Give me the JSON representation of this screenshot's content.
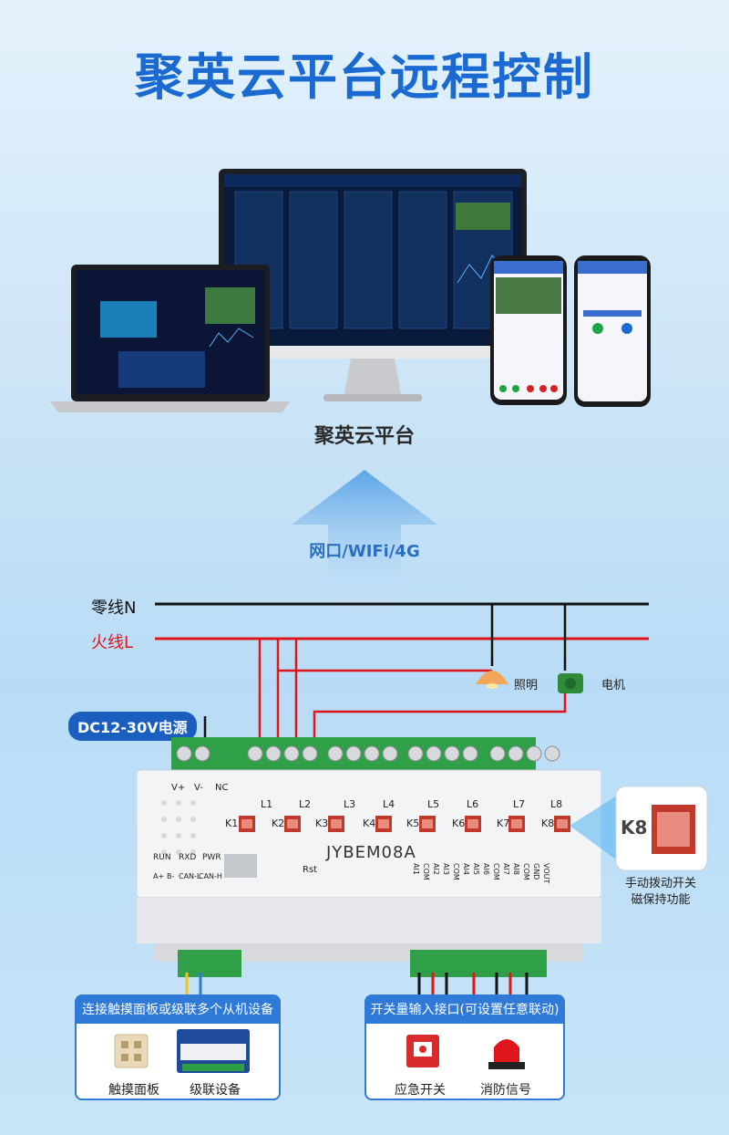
{
  "headline": "聚英云平台远程控制",
  "platform_label": "聚英云平台",
  "network_label": "网口/WIFi/4G",
  "wiring": {
    "neutral": "零线N",
    "live": "火线L",
    "lamp": "照明",
    "motor": "电机",
    "power": "DC12-30V电源"
  },
  "device": {
    "model": "JYBEM08A",
    "top_terminals": [
      "V+",
      "V-",
      "NC"
    ],
    "outputs": [
      "L1",
      "L2",
      "L3",
      "L4",
      "L5",
      "L6",
      "L7",
      "L8"
    ],
    "switches": [
      "K1",
      "K2",
      "K3",
      "K4",
      "K5",
      "K6",
      "K7",
      "K8"
    ],
    "leds": [
      "RUN",
      "RXD",
      "PWR"
    ],
    "bus_labels": [
      "A+",
      "B-",
      "CAN-L",
      "CAN-H"
    ],
    "reset": "Rst",
    "inputs": [
      "AI1",
      "COM",
      "AI2",
      "AI3",
      "COM",
      "AI4",
      "AI5",
      "AI6",
      "COM",
      "AI7",
      "AI8",
      "COM",
      "GND",
      "VOUT"
    ]
  },
  "callout": {
    "switch": "K8",
    "line1": "手动拨动开关",
    "line2": "磁保持功能"
  },
  "panel_left": {
    "title": "连接触摸面板或级联多个从机设备",
    "items": [
      "触摸面板",
      "级联设备"
    ]
  },
  "panel_right": {
    "title": "开关量输入接口(可设置任意联动)",
    "items": [
      "应急开关",
      "消防信号"
    ]
  },
  "colors": {
    "brand_blue": "#1a6ad2",
    "live_red": "#e0151b",
    "panel_blue": "#2e7ad6"
  }
}
